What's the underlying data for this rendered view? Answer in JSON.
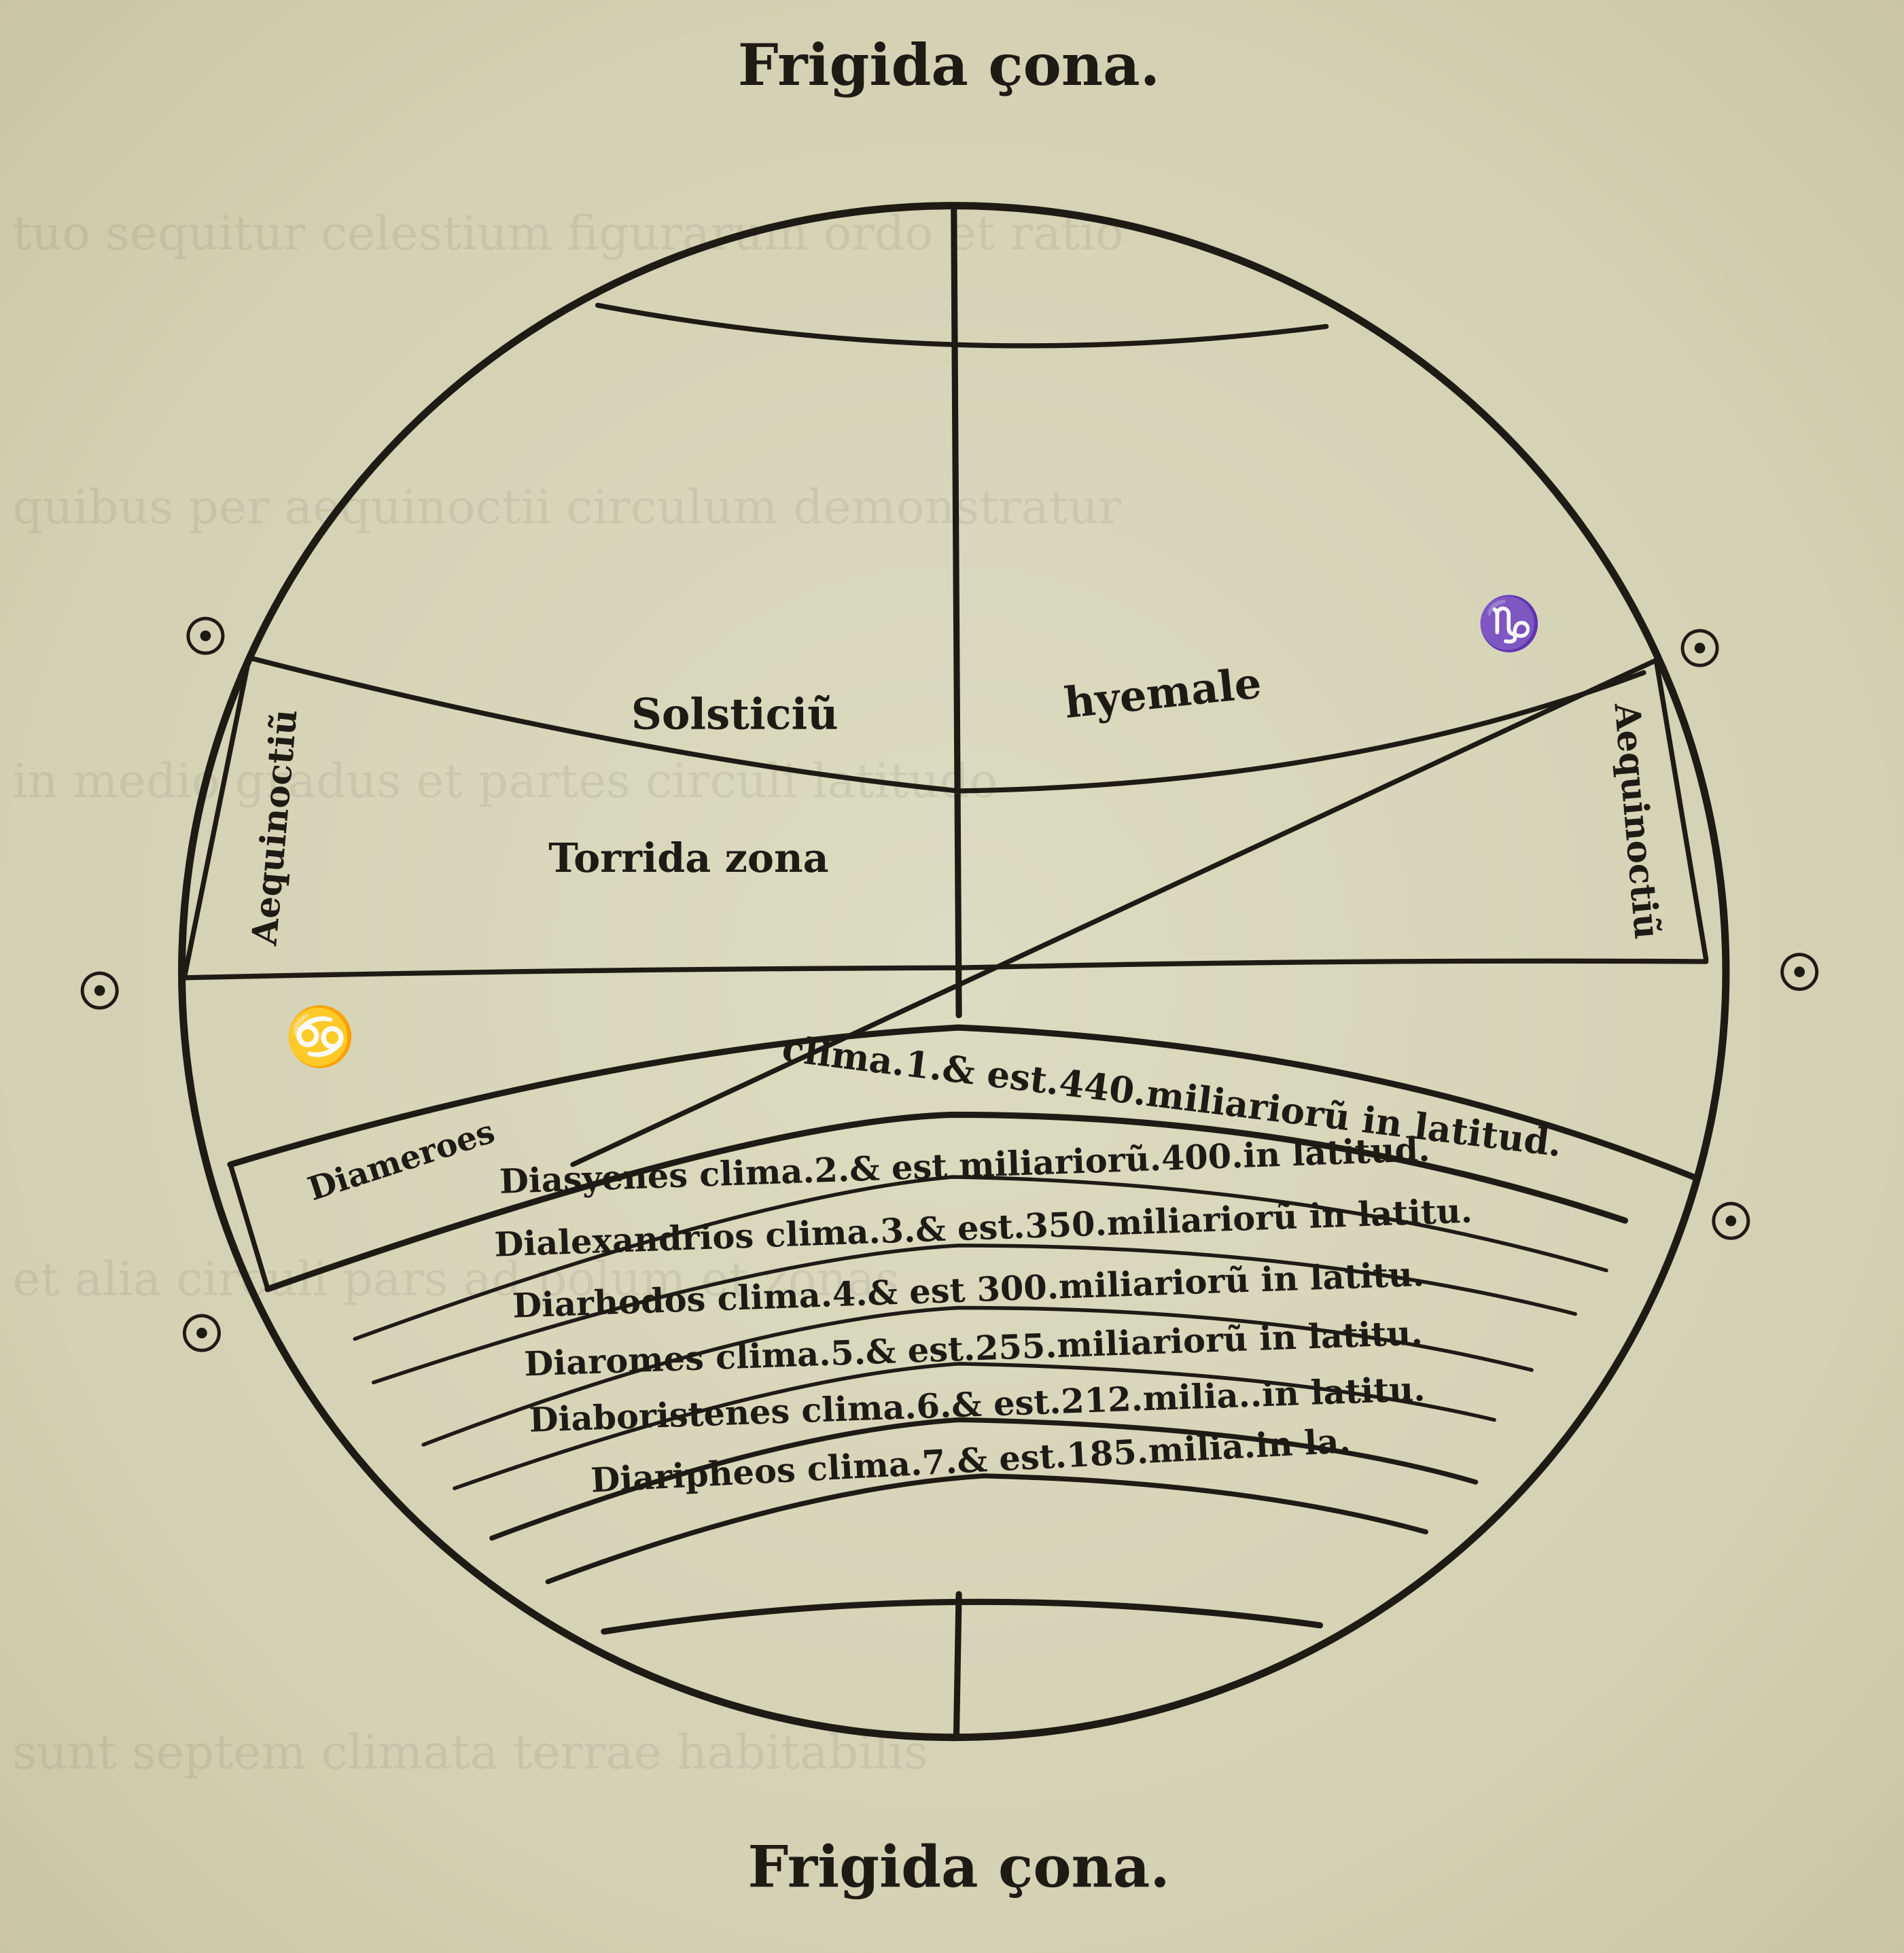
{
  "title_top": "Frigida çona.",
  "title_bottom": "Frigida çona.",
  "labels": {
    "solsticium": "Solsticiũ",
    "hyemale": "hyemale",
    "torrida": "Torrida zona",
    "aequinoctium_left": "Aequinoctiũ",
    "aequinoctium_right": "Aequinoctiũ",
    "cancer_symbol": "♋",
    "capricorn_symbol": "♑",
    "diameroes": "Diameroes"
  },
  "climates": [
    {
      "text": "clima.1.& est.440.miliariorũ in latitud."
    },
    {
      "text": "Diasyenes clima.2.& est miliariorũ.400.in latitud."
    },
    {
      "text": "Dialexandrios clima.3.& est.350.miliariorũ in latitu."
    },
    {
      "text": "Diarhodos clima.4.& est 300.miliariorũ in latitu."
    },
    {
      "text": "Diaromes clima.5.& est.255.miliariorũ in latitu."
    },
    {
      "text": "Diaboristenes clima.6.& est.212.milia..in latitu."
    },
    {
      "text": "Diaripheos clima.7.& est.185.milia.in la."
    }
  ],
  "sun_symbol": "☉"
}
